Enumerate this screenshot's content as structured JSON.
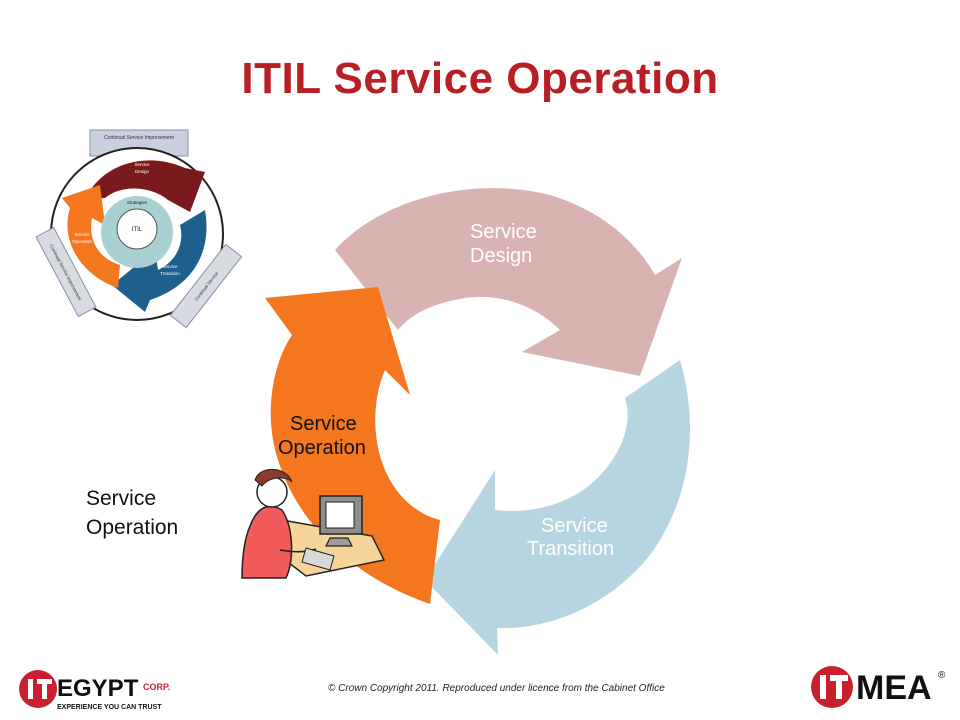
{
  "title": "ITIL Service Operation",
  "cycle": {
    "design": [
      "Service",
      "Design"
    ],
    "transition": [
      "Service",
      "Transition"
    ],
    "operation": [
      "Service",
      "Operation"
    ]
  },
  "left_caption": [
    "Service",
    "Operation"
  ],
  "mini_lifecycle": {
    "top_label": "Continual Service Improvement",
    "core": "ITIL",
    "strategy": "Strategies",
    "design": [
      "Service",
      "Design"
    ],
    "transition": [
      "Service",
      "Transition"
    ],
    "operation": [
      "Service",
      "Operation"
    ],
    "left_band": "Continual Service Improvement",
    "right_band": "Continual Service"
  },
  "copyright": "© Crown Copyright 2011. Reproduced under licence from the Cabinet Office",
  "logos": {
    "left_main": "EGYPT",
    "left_sub": "CORP.",
    "left_tagline": "EXPERIENCE YOU CAN TRUST",
    "right_main": "MEA",
    "right_mark": "®"
  },
  "colors": {
    "title": "#b81f24",
    "design_arrow": "#d9b3b3",
    "transition_arrow": "#b7d5e2",
    "operation_arrow": "#f4771f",
    "logo_red": "#c8202f"
  }
}
